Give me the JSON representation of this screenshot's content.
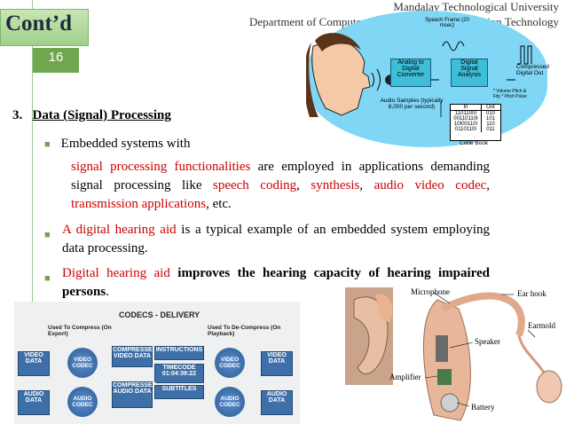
{
  "header": {
    "university": "Mandalay Technological University",
    "department": "Department of Computer Engineering and Information Technology"
  },
  "slide": {
    "title": "Cont’d",
    "number": "16"
  },
  "section": {
    "number": "3.",
    "title": "Data (Signal) Processing"
  },
  "bullet1": {
    "text": "Embedded systems with"
  },
  "para": {
    "p1": "signal processing functionalities",
    "p2": " are employed in applications demanding signal processing like ",
    "p3": "speech coding",
    "p4": ", ",
    "p5": "synthesis",
    "p6": ", ",
    "p7": "audio video codec",
    "p8": ", ",
    "p9": "transmission applications",
    "p10": ", etc."
  },
  "bullet2": {
    "red": "A digital hearing aid",
    "rest": " is a typical example of an embedded system employing data processing."
  },
  "bullet3": {
    "red": "Digital hearing aid",
    "rest": " improves the hearing capacity of hearing impaired persons",
    "end": "."
  },
  "diagram_top": {
    "adc": "Analog to Digital Converter",
    "dsa": "Digital Signal Analysis",
    "speech_frame": "Speech Frame (20 msec)",
    "compressed": "Compressed Digital Out",
    "audio_samples": "Audio Samples (typically 8,000 per second)",
    "params": "* Volume Pitch & Fity * Pitch Pulse",
    "col_in": "In",
    "col_out": "Out",
    "rows": [
      [
        "1101100I",
        "010"
      ],
      [
        "00110110I",
        "101"
      ],
      [
        "10I00110I",
        "110"
      ],
      [
        "0110110I",
        "011"
      ]
    ],
    "code_book": "Code Book"
  },
  "codecs_diagram": {
    "title": "CODECS - DELIVERY",
    "left_head": "Used To Compress (On Export)",
    "right_head": "Used To De-Compress (On Playback)",
    "video_data": "VIDEO DATA",
    "video_codec": "VIDEO CODEC",
    "audio_data": "AUDIO DATA",
    "audio_codec": "AUDIO CODEC",
    "comp_video": "COMPRESSED VIDEO DATA",
    "instructions": "INSTRUCTIONS",
    "timecode": "TIMECODE 01:04:39:22",
    "comp_audio": "COMPRESSED AUDIO DATA",
    "subtitles": "SUBTITLES"
  },
  "hearing_aid": {
    "microphone": "Microphone",
    "ear_hook": "Ear hook",
    "earmold": "Earmold",
    "speaker": "Speaker",
    "amplifier": "Amplifier",
    "battery": "Battery"
  }
}
